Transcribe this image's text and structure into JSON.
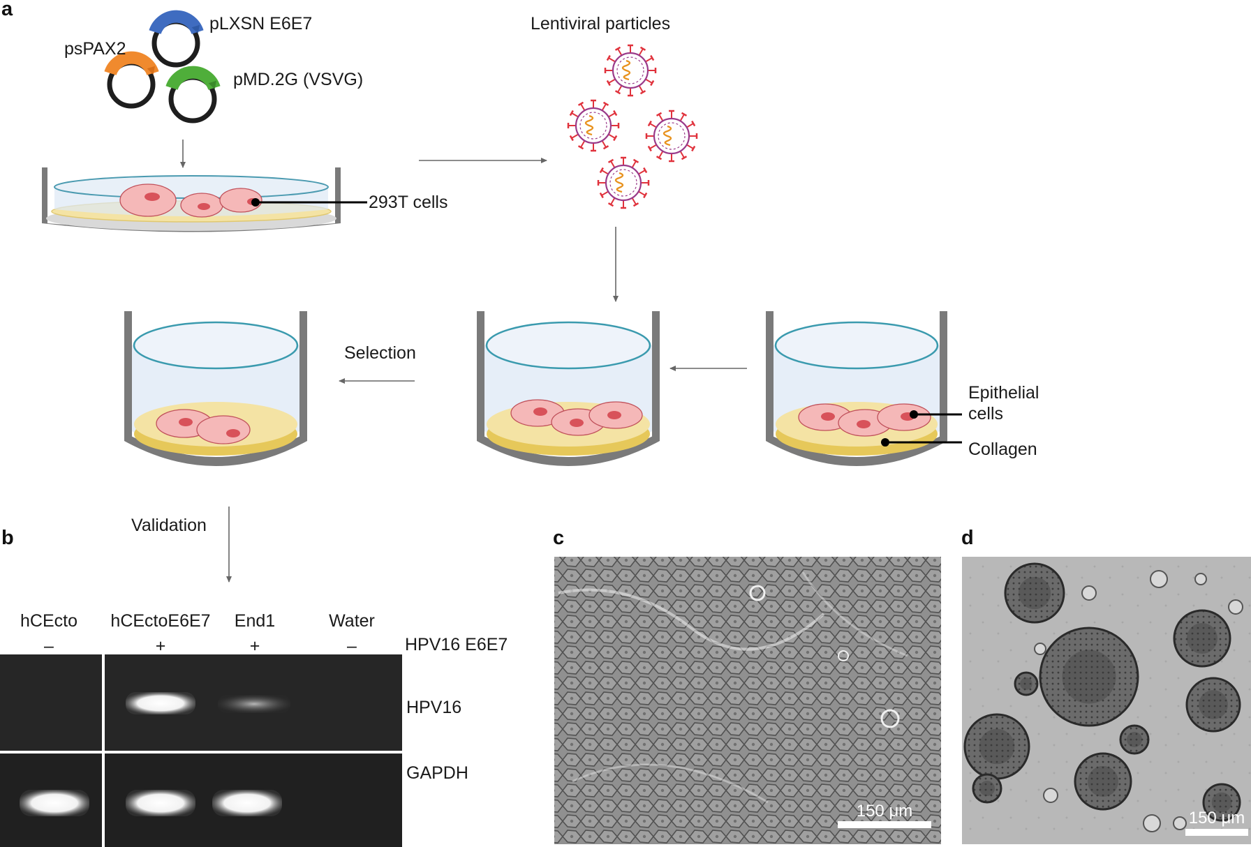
{
  "panel_labels": {
    "a": "a",
    "b": "b",
    "c": "c",
    "d": "d"
  },
  "panel_a": {
    "plasmids": [
      {
        "name": "pLXSN E6E7",
        "color": "#3f6cc0"
      },
      {
        "name": "psPAX2",
        "color": "#f08a2e"
      },
      {
        "name": "pMD.2G (VSVG)",
        "color": "#4fae3a"
      }
    ],
    "producer_cells_label": "293T cells",
    "particles_label": "Lentiviral particles",
    "selection_label": "Selection",
    "epithelial_label_line1": "Epithelial",
    "epithelial_label_line2": "cells",
    "collagen_label": "Collagen",
    "validation_label": "Validation"
  },
  "panel_b": {
    "lanes": [
      {
        "name": "hCEcto",
        "sign": "–"
      },
      {
        "name": "hCEctoE6E7",
        "sign": "+"
      },
      {
        "name": "End1",
        "sign": "+"
      },
      {
        "name": "Water",
        "sign": "–"
      }
    ],
    "condition_label": "HPV16 E6E7",
    "rows": [
      "HPV16",
      "GAPDH"
    ]
  },
  "panel_c": {
    "scale_bar": "150 μm"
  },
  "panel_d": {
    "scale_bar": "150 μm"
  },
  "colors": {
    "cell_fill": "#f5b8b8",
    "cell_nucleus": "#d8525a",
    "collagen": "#f4e3a4",
    "medium": "#dde8f5",
    "dish_wall": "#7a7a7a",
    "arrow": "#666666",
    "virus_envelope": "#9a3a8a",
    "virus_spike": "#e0323c",
    "virus_rna": "#e8921e"
  }
}
